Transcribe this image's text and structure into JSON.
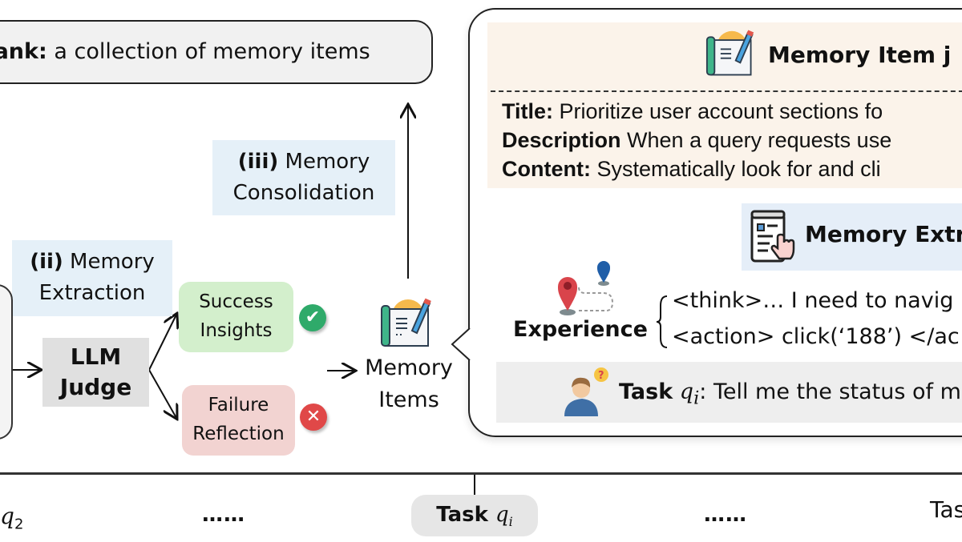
{
  "memory_bank": {
    "bold": "Bank:",
    "text": " a collection of memory items"
  },
  "consolidation": {
    "step": "(iii)",
    "line1": " Memory",
    "line2": "Consolidation"
  },
  "extraction": {
    "step": "(ii)",
    "line1": " Memory",
    "line2": "Extraction"
  },
  "judge": {
    "line1": "LLM",
    "line2": "Judge"
  },
  "success": {
    "line1": "Success",
    "line2": "Insights",
    "badge": "✔"
  },
  "failure": {
    "line1": "Failure",
    "line2": "Reflection",
    "badge": "✕"
  },
  "memory_items": {
    "line1": "Memory",
    "line2": "Items"
  },
  "memory_item_panel": {
    "title": "Memory Item j",
    "fields": [
      {
        "key": "Title:",
        "value": " Prioritize user account sections fo"
      },
      {
        "key": "Description",
        "value": " When a query requests use"
      },
      {
        "key": "Content:",
        "value": " Systematically look for and cli"
      }
    ],
    "extraction_label": "Memory Extr",
    "experience_label": "Experience",
    "experience_lines": [
      "<think>… I need to navig",
      "<action> click(‘188’) </ac"
    ],
    "task_bold": "Task",
    "task_var": "q",
    "task_sub": "i",
    "task_text": ": Tell me the status of m"
  },
  "timeline": {
    "left_task_var": "q",
    "left_task_sub": "2",
    "ellipsis": "……",
    "center_task": "Task",
    "center_var": "q",
    "center_sub": "i",
    "right_task": "Tas"
  },
  "colors": {
    "extraction_bg": "#e5f0f8",
    "success_bg": "#d3efcc",
    "failure_bg": "#f2d3d1",
    "item_bg": "#fbf3ea",
    "judge_bg": "#e0e0e0"
  }
}
